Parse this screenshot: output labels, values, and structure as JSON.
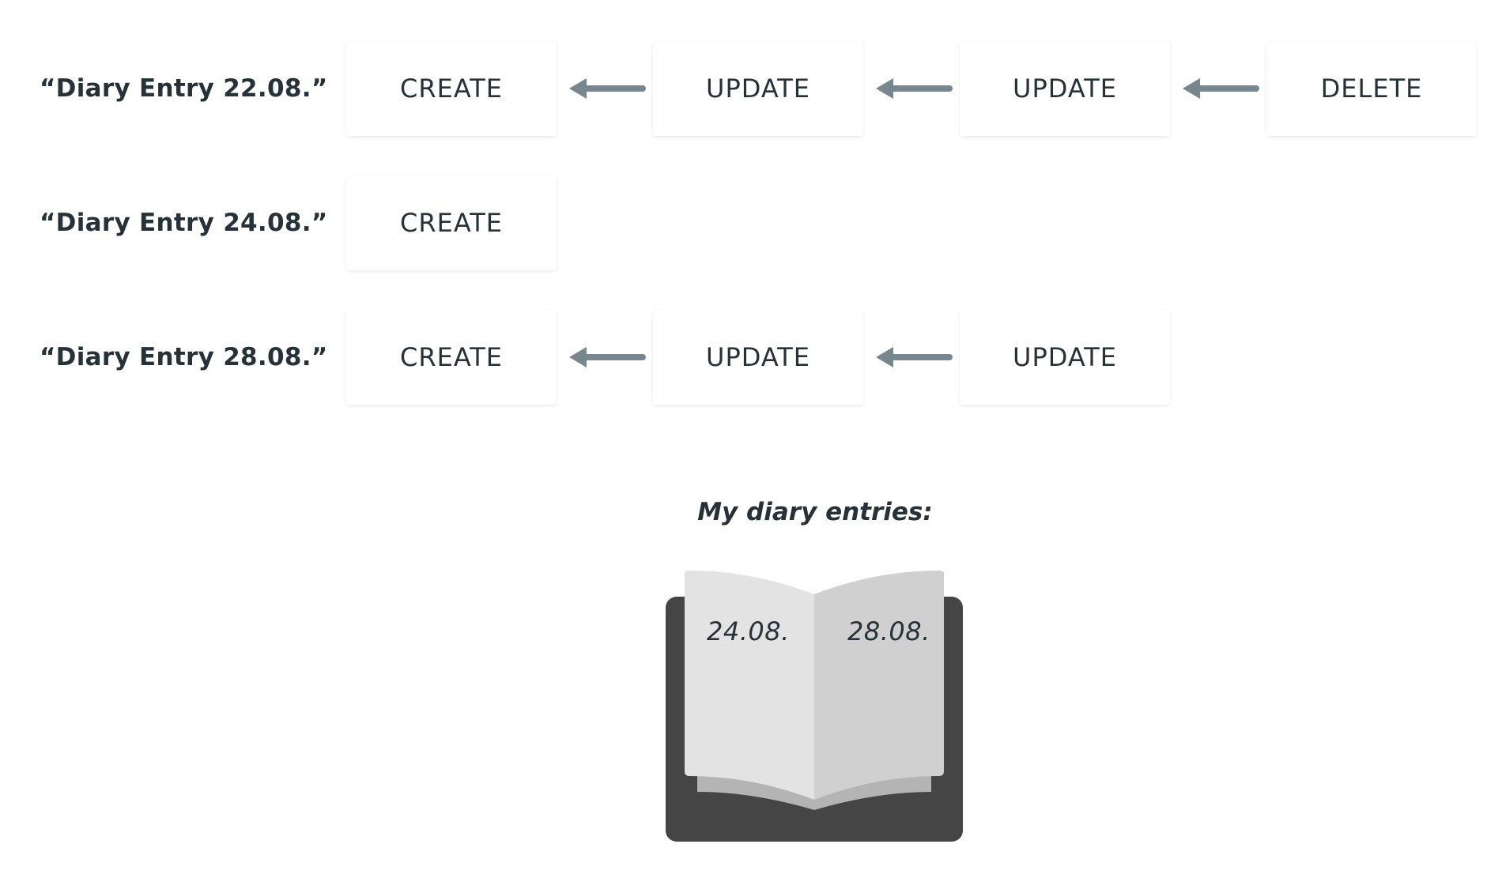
{
  "rows": [
    {
      "label": "“Diary Entry 22.08.”",
      "operations": [
        "CREATE",
        "UPDATE",
        "UPDATE",
        "DELETE"
      ]
    },
    {
      "label": "“Diary Entry 24.08.”",
      "operations": [
        "CREATE"
      ]
    },
    {
      "label": "“Diary Entry 28.08.”",
      "operations": [
        "CREATE",
        "UPDATE",
        "UPDATE"
      ]
    }
  ],
  "caption": "My diary entries:",
  "book": {
    "left_page": "24.08.",
    "right_page": "28.08."
  },
  "colors": {
    "text": "#263238",
    "arrow": "#78878f",
    "book_cover": "#454545",
    "page_left": "#e3e3e3",
    "page_right": "#d0d0d0",
    "page_under": "#b4b4b4"
  }
}
